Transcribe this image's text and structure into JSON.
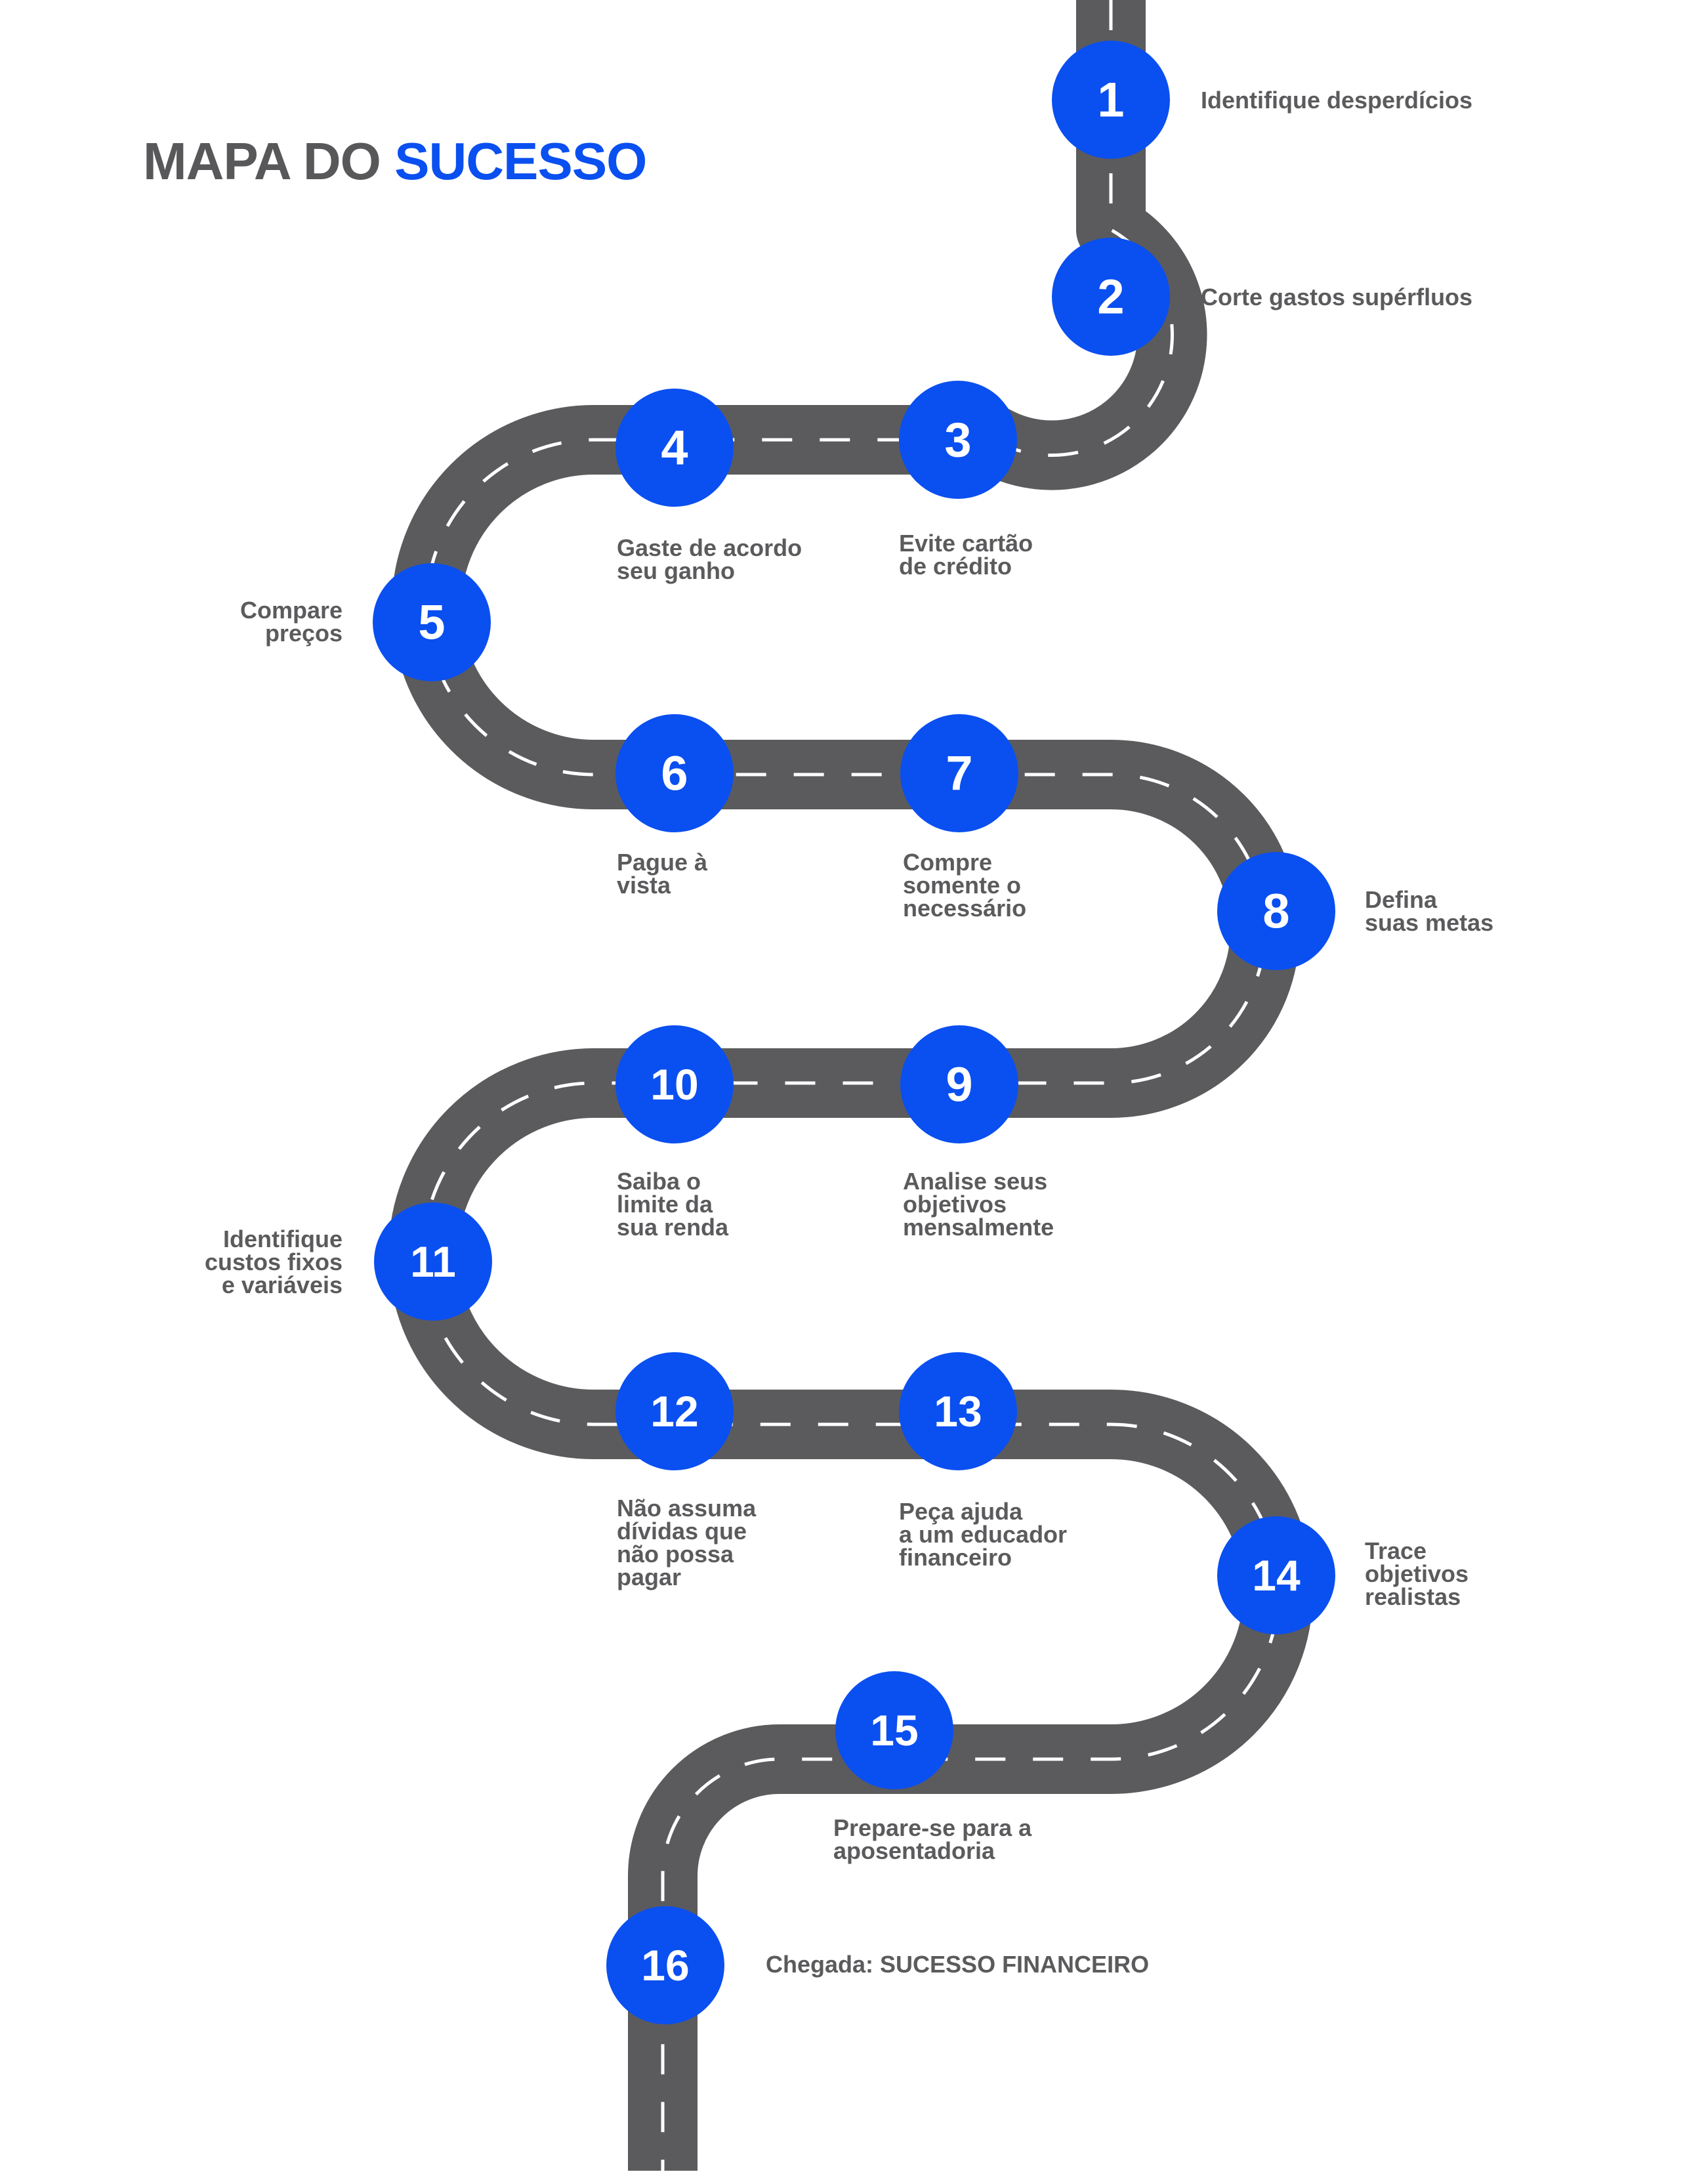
{
  "title": {
    "prefix": "MAPA DO",
    "highlight": "SUCESSO"
  },
  "colors": {
    "road": "#5b5b5d",
    "road_marking": "#ffffff",
    "marker": "#0a4ff0",
    "marker_text": "#ffffff",
    "label": "#5b5b5d",
    "title": "#58585a",
    "title_accent": "#0a4ff0"
  },
  "steps": [
    {
      "number": "1",
      "label": [
        "Identifique desperdícios"
      ]
    },
    {
      "number": "2",
      "label": [
        "Corte gastos supérfluos"
      ]
    },
    {
      "number": "3",
      "label": [
        "Evite cartão",
        "de crédito"
      ]
    },
    {
      "number": "4",
      "label": [
        "Gaste de acordo",
        "seu ganho"
      ]
    },
    {
      "number": "5",
      "label": [
        "Compare",
        "preços"
      ]
    },
    {
      "number": "6",
      "label": [
        "Pague à",
        "vista"
      ]
    },
    {
      "number": "7",
      "label": [
        "Compre",
        "somente o",
        "necessário"
      ]
    },
    {
      "number": "8",
      "label": [
        "Defina",
        "suas metas"
      ]
    },
    {
      "number": "9",
      "label": [
        "Analise seus",
        "objetivos",
        "mensalmente"
      ]
    },
    {
      "number": "10",
      "label": [
        "Saiba o",
        "limite da",
        "sua renda"
      ]
    },
    {
      "number": "11",
      "label": [
        "Identifique",
        "custos fixos",
        "e variáveis"
      ]
    },
    {
      "number": "12",
      "label": [
        "Não assuma",
        "dívidas que",
        "não possa",
        "pagar"
      ]
    },
    {
      "number": "13",
      "label": [
        "Peça ajuda",
        "a um educador",
        "financeiro"
      ]
    },
    {
      "number": "14",
      "label": [
        "Trace",
        "objetivos",
        "realistas"
      ]
    },
    {
      "number": "15",
      "label": [
        "Prepare-se para a",
        "aposentadoria"
      ]
    },
    {
      "number": "16",
      "label": [
        "Chegada: SUCESSO FINANCEIRO"
      ]
    }
  ]
}
